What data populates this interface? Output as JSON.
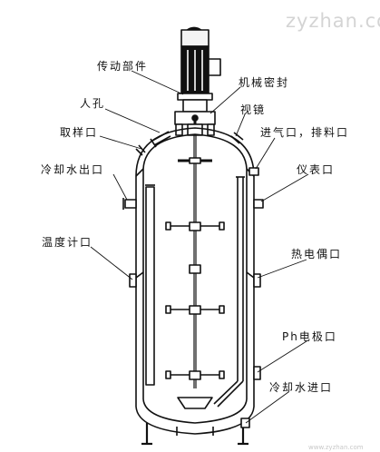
{
  "watermark": {
    "text": "zyzhan.com",
    "footer": "www.zyzhan.com"
  },
  "labels": {
    "drive_unit": "传动部件",
    "mechanical_seal": "机械密封",
    "manhole": "人孔",
    "sight_glass": "视镜",
    "sampling_port": "取样口",
    "air_inlet_discharge": "进气口，排料口",
    "cooling_water_outlet": "冷却水出口",
    "instrument_port": "仪表口",
    "thermometer_port": "温度计口",
    "thermocouple_port": "热电偶口",
    "ph_electrode_port": "Ph电极口",
    "cooling_water_inlet": "冷却水进口"
  }
}
